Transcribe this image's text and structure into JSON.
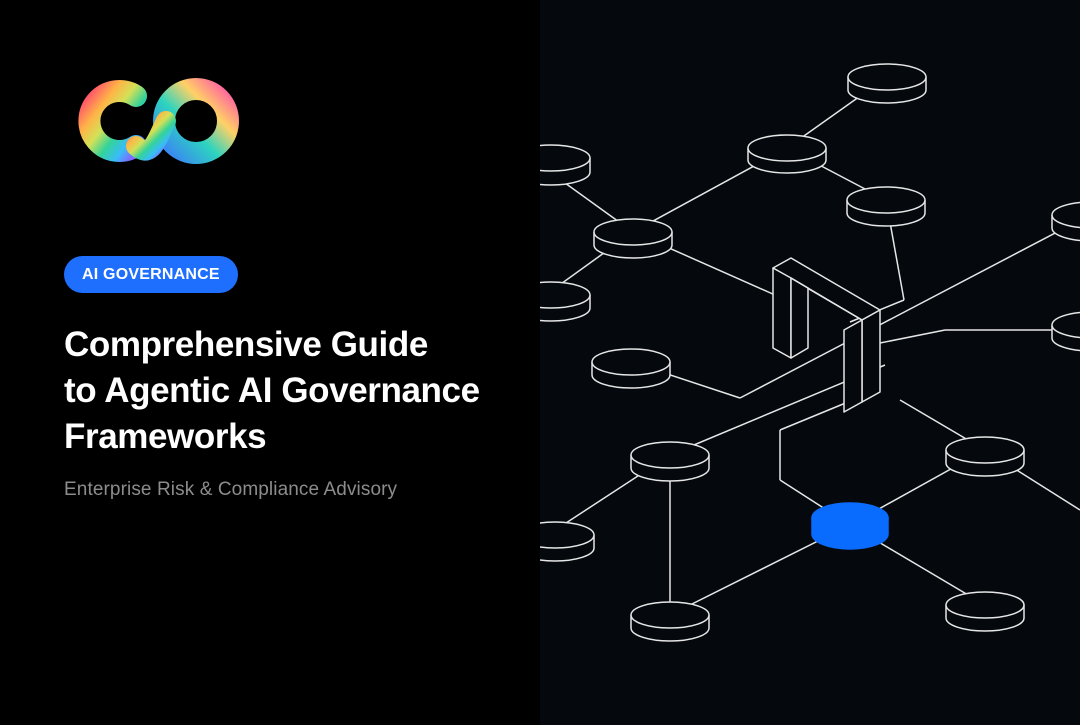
{
  "badge": {
    "label": "AI GOVERNANCE",
    "color": "#1f6fff"
  },
  "heading": {
    "line1": "Comprehensive Guide",
    "line2": "to Agentic AI Governance",
    "line3": "Frameworks"
  },
  "subtitle": "Enterprise Risk & Compliance Advisory",
  "logo_icon": "rainbow-infinity-co-logo",
  "illustration": {
    "icon": "network-nodes-illustration",
    "stroke_color": "#e6e6e6",
    "highlight_node_color": "#0a6cff",
    "background_color": "#05090d"
  }
}
